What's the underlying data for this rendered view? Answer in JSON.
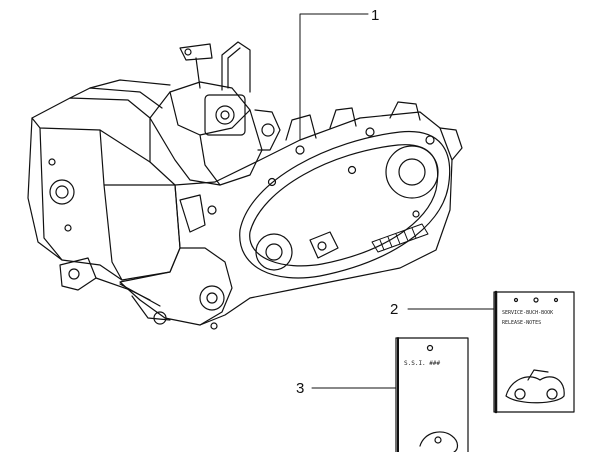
{
  "callouts": [
    {
      "id": "1",
      "label": "1"
    },
    {
      "id": "2",
      "label": "2"
    },
    {
      "id": "3",
      "label": "3"
    }
  ],
  "booklet_2": {
    "line1": "SERVICE-BUCH-BOOK",
    "line2": "RELEASE-NOTES"
  },
  "booklet_3": {
    "line1": "S.S.I. ###"
  }
}
